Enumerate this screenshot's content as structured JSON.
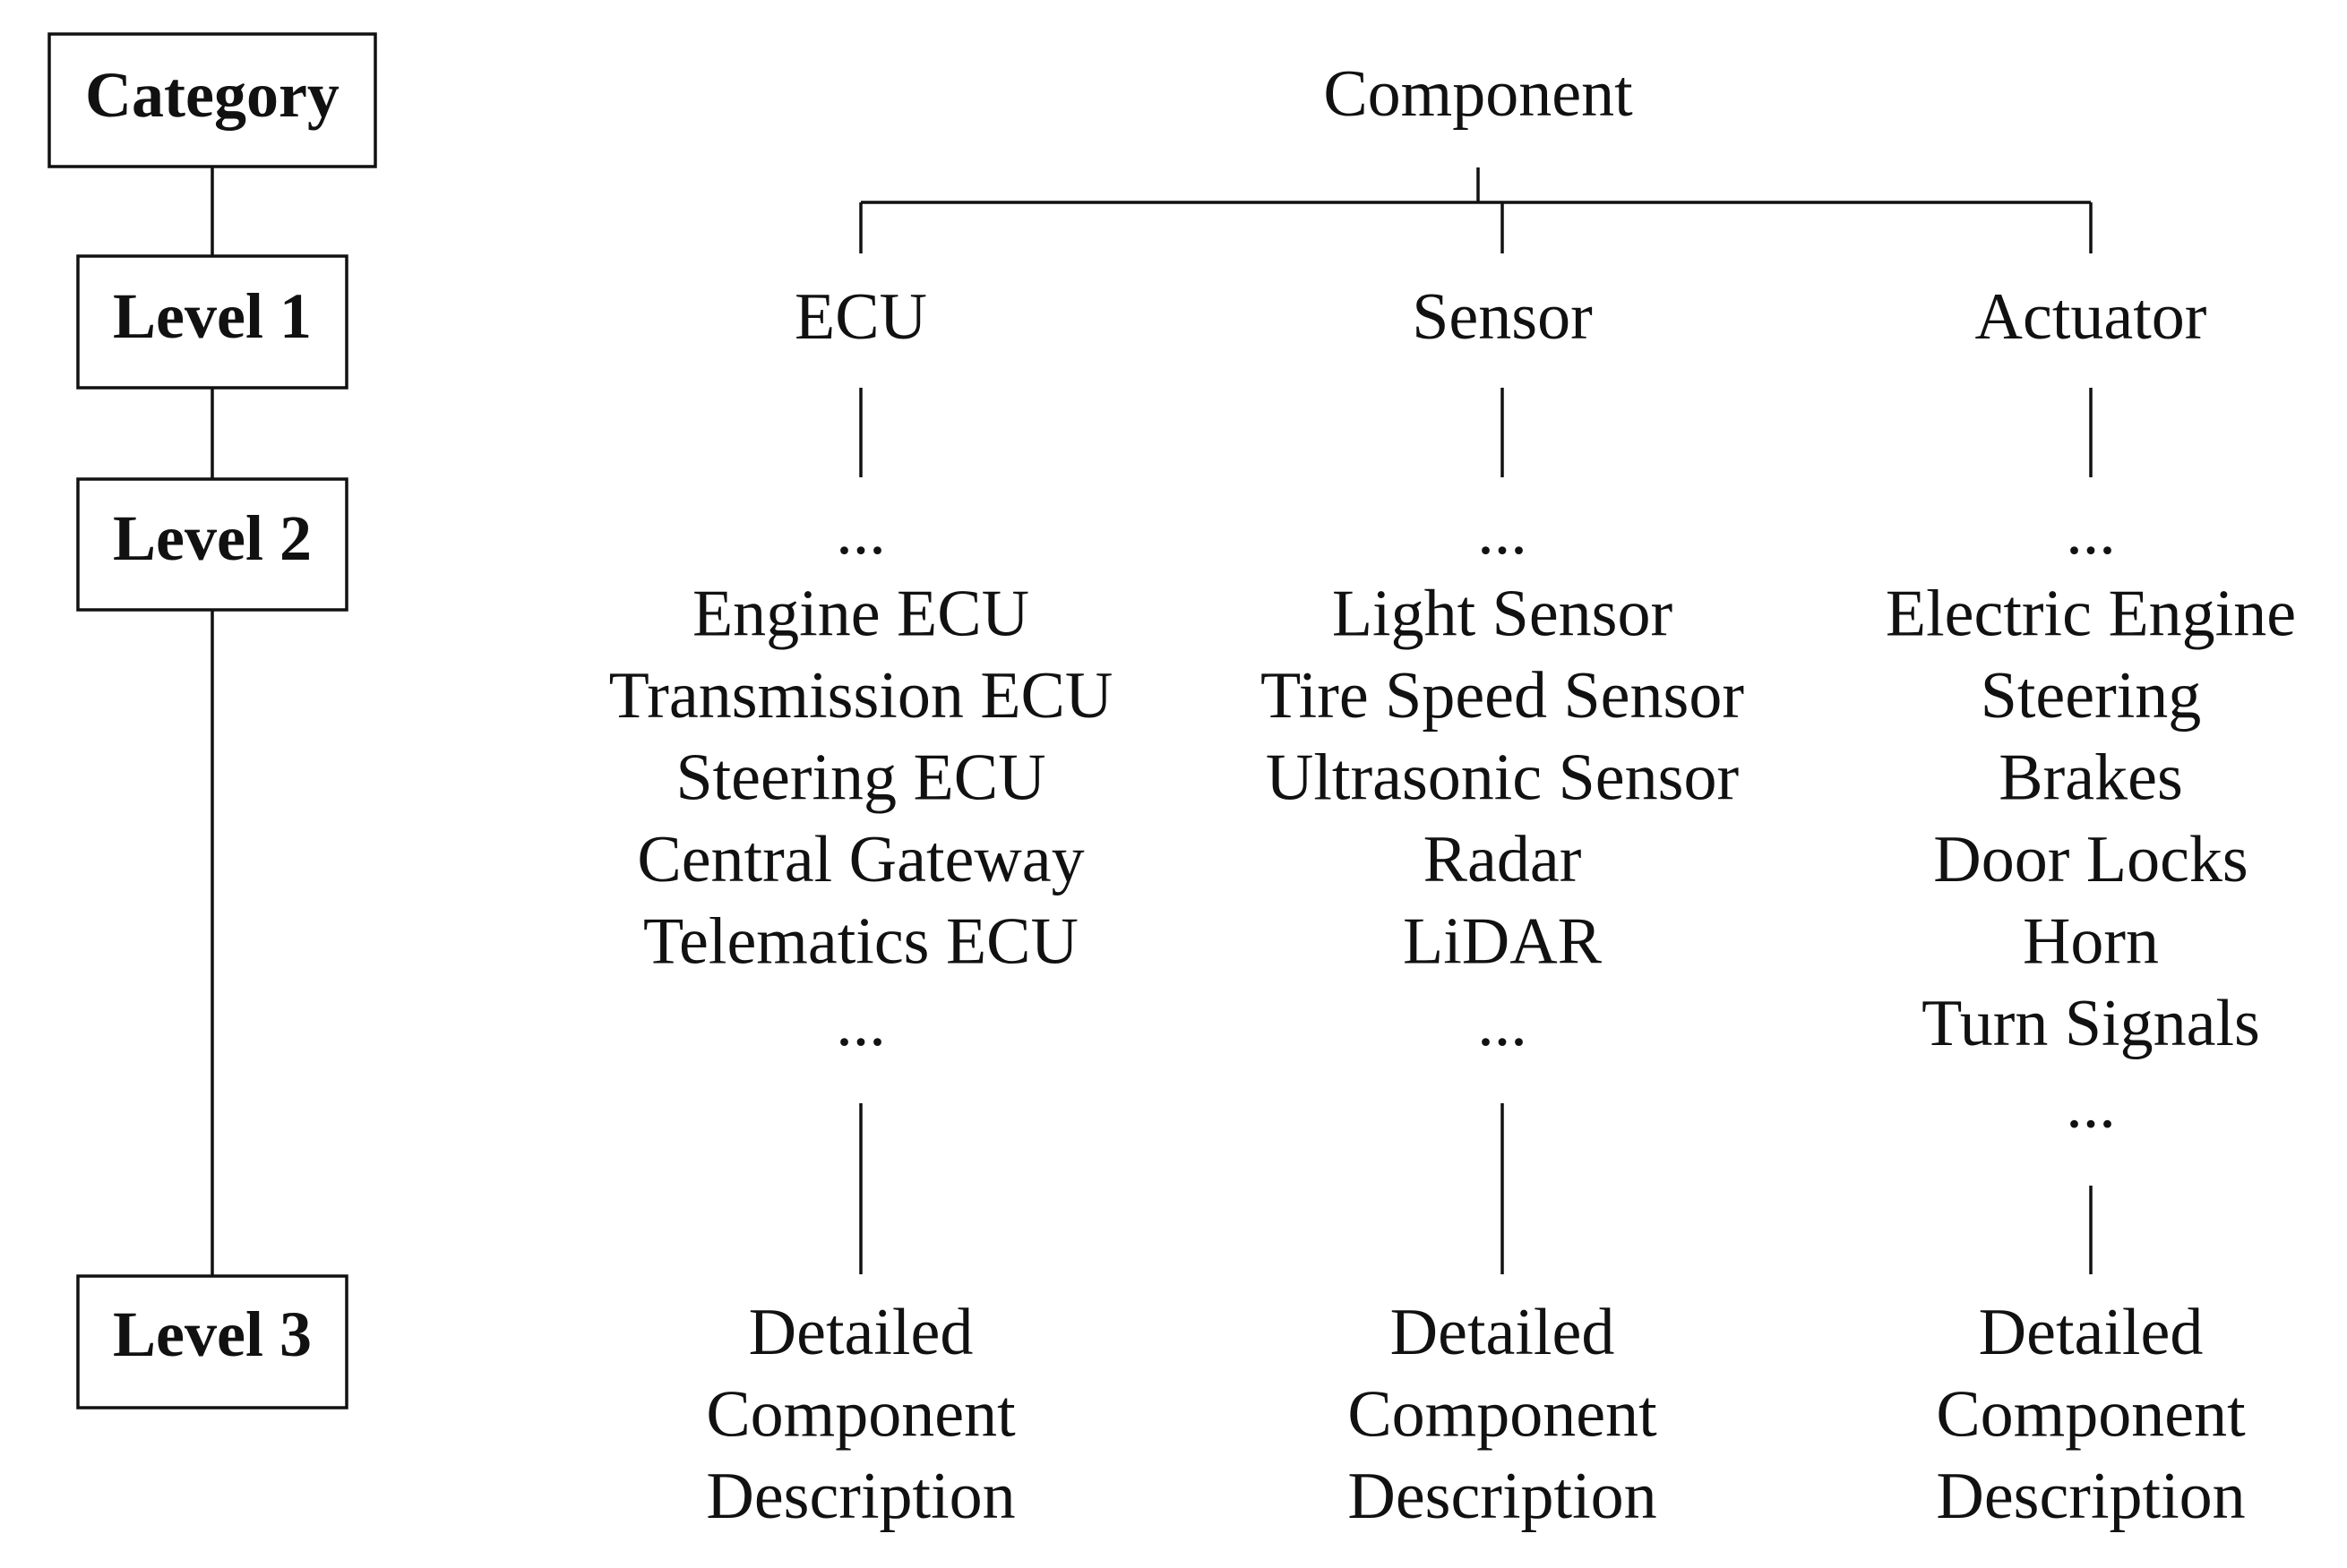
{
  "levels": {
    "category": "Category",
    "level1": "Level 1",
    "level2": "Level 2",
    "level3": "Level 3"
  },
  "root": "Component",
  "columns": [
    {
      "title": "ECU",
      "items": [
        "...",
        "Engine ECU",
        "Transmission ECU",
        "Steering ECU",
        "Central Gateway",
        "Telematics ECU",
        "..."
      ],
      "detail": [
        "Detailed",
        "Component",
        "Description"
      ]
    },
    {
      "title": "Sensor",
      "items": [
        "...",
        "Light Sensor",
        "Tire Speed Sensor",
        "Ultrasonic Sensor",
        "Radar",
        "LiDAR",
        "..."
      ],
      "detail": [
        "Detailed",
        "Component",
        "Description"
      ]
    },
    {
      "title": "Actuator",
      "items": [
        "...",
        "Electric Engine",
        "Steering",
        "Brakes",
        "Door Locks",
        "Horn",
        "Turn Signals",
        "..."
      ],
      "detail": [
        "Detailed",
        "Component",
        "Description"
      ]
    }
  ],
  "colors": {
    "stroke": "#111111",
    "background": "#ffffff"
  }
}
